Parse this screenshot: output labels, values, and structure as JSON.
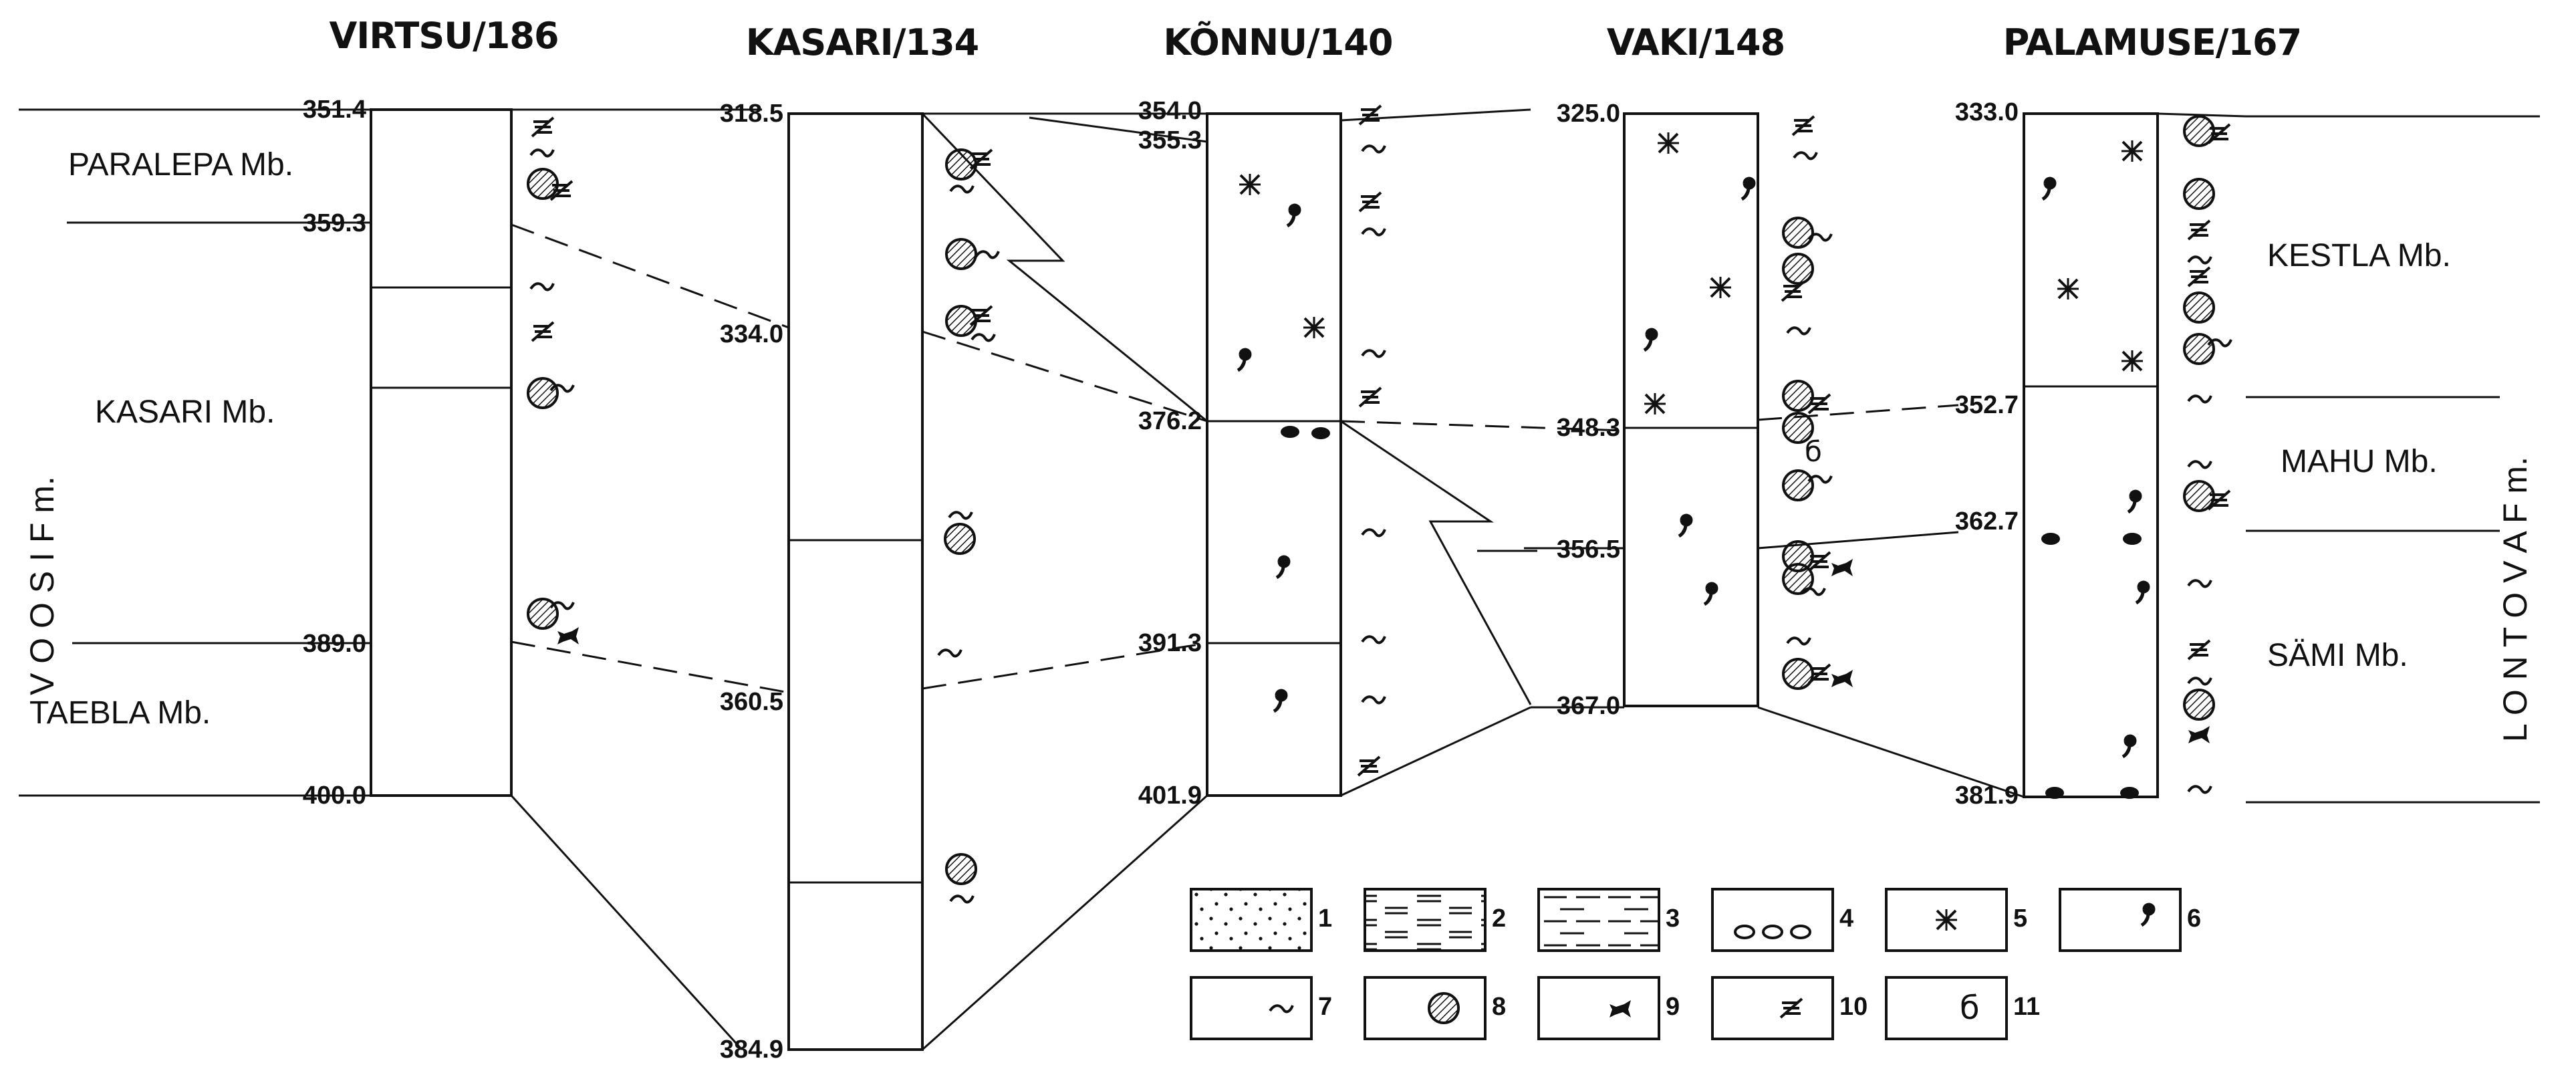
{
  "wells": [
    {
      "name": "VIRTSU/186",
      "depths": [
        "351.4",
        "359.3",
        "389.0",
        "400.0"
      ]
    },
    {
      "name": "KASARI/134",
      "depths": [
        "318.5",
        "334.0",
        "360.5",
        "384.9"
      ]
    },
    {
      "name": "KÕNNU/140",
      "depths": [
        "354.0",
        "355.3",
        "376.2",
        "391.3",
        "401.9"
      ]
    },
    {
      "name": "VAKI/148",
      "depths": [
        "325.0",
        "348.3",
        "356.5",
        "367.0"
      ]
    },
    {
      "name": "PALAMUSE/167",
      "depths": [
        "333.0",
        "352.7",
        "362.7",
        "381.9"
      ]
    }
  ],
  "left_formation": {
    "name": "V O O S I   F m.",
    "members": [
      "PARALEPA Mb.",
      "KASARI Mb.",
      "TAEBLA Mb."
    ]
  },
  "right_formation": {
    "name": "L O N T O V A   F m.",
    "members": [
      "KESTLA Mb.",
      "MAHU Mb.",
      "SÄMI Mb."
    ]
  },
  "legend": [
    {
      "number": "1",
      "pattern": "sandstone-dots"
    },
    {
      "number": "2",
      "pattern": "clay-double-dash"
    },
    {
      "number": "3",
      "pattern": "silt-dash"
    },
    {
      "number": "4",
      "pattern": "concretions-ovals"
    },
    {
      "number": "5",
      "pattern": "asterisk-symbol"
    },
    {
      "number": "6",
      "pattern": "comma-symbol"
    },
    {
      "number": "7",
      "pattern": "tilde-symbol"
    },
    {
      "number": "8",
      "pattern": "hatched-circle-symbol"
    },
    {
      "number": "9",
      "pattern": "bone-symbol"
    },
    {
      "number": "10",
      "pattern": "trace-fossil-symbol"
    },
    {
      "number": "11",
      "pattern": "b-letter-symbol"
    }
  ],
  "legend_glyphs": {
    "asterisk": "※",
    "comma": ",",
    "tilde": "~",
    "b_letter": "б"
  }
}
